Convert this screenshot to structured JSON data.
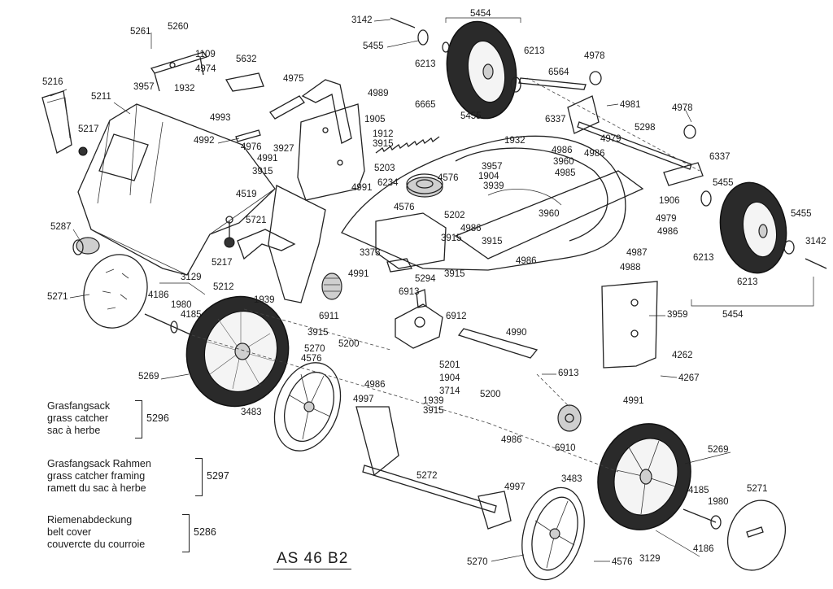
{
  "model": "AS 46 B2",
  "legend": [
    {
      "lines": [
        "Grasfangsack",
        "grass catcher",
        "sac à herbe"
      ],
      "number": "5296"
    },
    {
      "lines": [
        "Grasfangsack Rahmen",
        "grass catcher framing",
        "ramett du sac à herbe"
      ],
      "number": "5297"
    },
    {
      "lines": [
        "Riemenabdeckung",
        "belt cover",
        "couvercte du courroie"
      ],
      "number": "5286"
    }
  ],
  "part_labels": [
    "3142",
    "5454",
    "5455",
    "6213",
    "6213",
    "5455",
    "6564",
    "4978",
    "5261",
    "5260",
    "1109",
    "4974",
    "3957",
    "1932",
    "5632",
    "4975",
    "4989",
    "5216",
    "5211",
    "5217",
    "4993",
    "1905",
    "6665",
    "6337",
    "4981",
    "4978",
    "5298",
    "1932",
    "4992",
    "4976",
    "3927",
    "4991",
    "1912",
    "3915",
    "4986",
    "4986",
    "4979",
    "6337",
    "3915",
    "4991",
    "5203",
    "4576",
    "3957",
    "3960",
    "4985",
    "1904",
    "3939",
    "6234",
    "4576",
    "5202",
    "3960",
    "1906",
    "5455",
    "5455",
    "4519",
    "5721",
    "4979",
    "4986",
    "3142",
    "5287",
    "4986",
    "3915",
    "3915",
    "4987",
    "5217",
    "3373",
    "4991",
    "4986",
    "6213",
    "5271",
    "3129",
    "5212",
    "5294",
    "3915",
    "4988",
    "6213",
    "4186",
    "1980",
    "4185",
    "1939",
    "6913",
    "6911",
    "6912",
    "3959",
    "5454",
    "3915",
    "4990",
    "5200",
    "5270",
    "5201",
    "4262",
    "4576",
    "4986",
    "1904",
    "4267",
    "5269",
    "3714",
    "6913",
    "3483",
    "4997",
    "1939",
    "3915",
    "4991",
    "5200",
    "4986",
    "6910",
    "5269",
    "3483",
    "4997",
    "5272",
    "4185",
    "1980",
    "5271",
    "3129",
    "4186",
    "5270",
    "4576"
  ]
}
